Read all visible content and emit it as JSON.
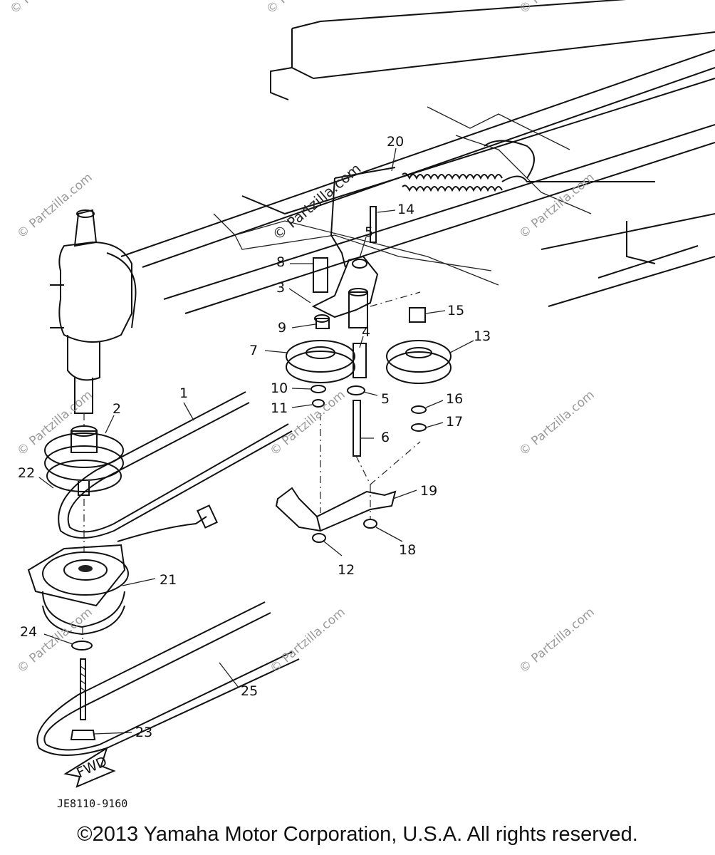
{
  "diagram": {
    "callouts": [
      "1",
      "2",
      "3",
      "4",
      "5",
      "5",
      "6",
      "7",
      "8",
      "9",
      "10",
      "11",
      "12",
      "13",
      "14",
      "15",
      "16",
      "17",
      "18",
      "19",
      "20",
      "21",
      "22",
      "23",
      "24",
      "25"
    ],
    "reference_code": "JE8110-9160",
    "direction_label": "FWD",
    "copyright": "©2013 Yamaha Motor Corporation, U.S.A. All rights reserved."
  },
  "watermark": {
    "text": "© Partzilla.com",
    "color": "#9a9a9a"
  }
}
